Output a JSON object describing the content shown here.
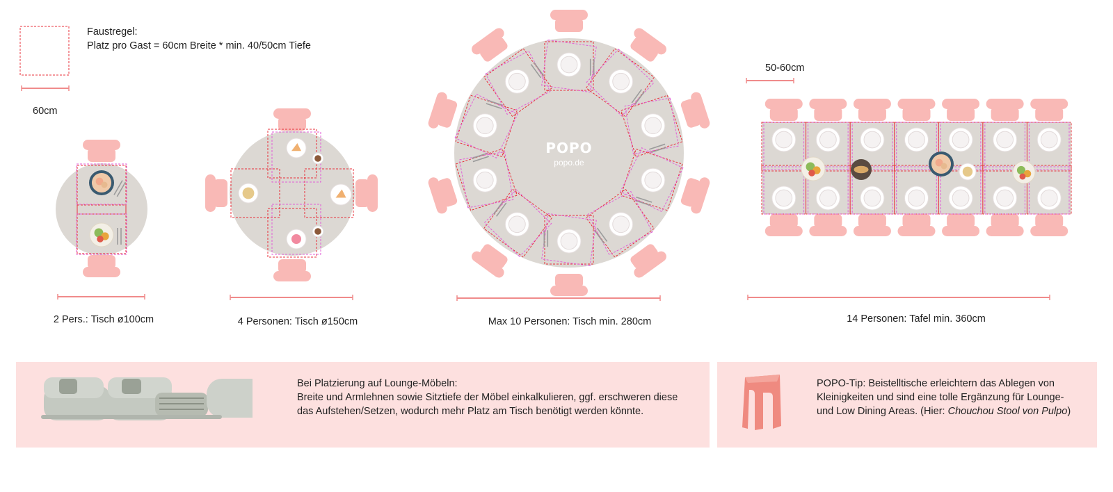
{
  "rule": {
    "title": "Faustregel:",
    "text": "Platz pro Gast = 60cm Breite * min. 40/50cm Tiefe",
    "width_label": "60cm"
  },
  "captions": {
    "two": "2 Pers.: Tisch ø100cm",
    "four": "4 Personen: Tisch ø150cm",
    "ten": "Max 10 Personen: Tisch min. 280cm",
    "fourteen": "14 Personen: Tafel min. 360cm"
  },
  "table_width_label": "50-60cm",
  "brand": {
    "logo": "POPO",
    "url": "popo.de"
  },
  "lounge": {
    "title": "Bei Platzierung auf Lounge-Möbeln:",
    "line1": "Breite und Armlehnen sowie Sitztiefe der Möbel einkalkulieren, ggf. erschweren diese",
    "line2": "das Aufstehen/Setzen, wodurch mehr Platz am Tisch benötigt werden könnte."
  },
  "tip": {
    "line1": "POPO-Tip: Beistelltische erleichtern das Ablegen von",
    "line2": "Kleinigkeiten und sind eine tolle Ergänzung für Lounge-",
    "line3_prefix": "und Low Dining Areas. (Hier: ",
    "line3_italic": "Chouchou Stool von Pulpo",
    "line3_suffix": ")"
  },
  "colors": {
    "table": "#dcd8d3",
    "chair": "#f9b9b6",
    "chair_dark": "#f4a5a2",
    "guide_red": "#e8313b",
    "guide_magenta": "#e25ed7",
    "measure": "#f08b8b",
    "panel": "#fde0df",
    "sofa": "#c7ccc4",
    "stool": "#ef8a80"
  }
}
